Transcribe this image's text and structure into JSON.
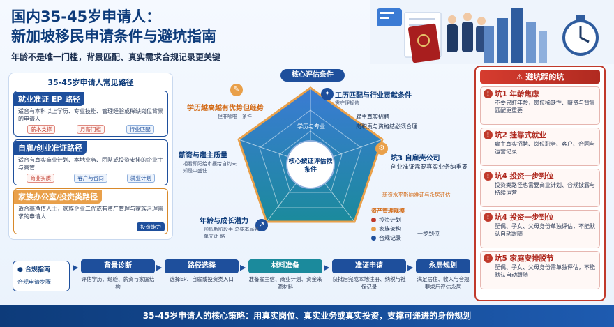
{
  "header": {
    "title_line1": "国内35-45岁申请人：",
    "title_line2": "新加坡移民申请条件与避坑指南",
    "subtitle": "年龄不是唯一门槛，背景匹配、真实需求合规记录更关键"
  },
  "left_panel": {
    "title": "35-45岁申请人常见路径",
    "routes": [
      {
        "name": "就业准证 EP 路径",
        "desc": "适合有本科以上学历、专业技能、管理经验或稀缺岗位背景的申请人",
        "tags": [
          "薪水支撑",
          "月薪门槛",
          "行业匹配"
        ]
      },
      {
        "name": "自雇/创业准证路径",
        "desc": "适合有真实商业计划、本地业务、团队或投资安排的企业主与高管",
        "tags": [
          "商业实质",
          "客户与合同",
          "就业计划"
        ]
      },
      {
        "name": "家族办公室/投资类路径",
        "desc": "适合高净值人士，家族企业二代或有资产管理与家族治理需求的申请人",
        "tags": [
          "投资能力"
        ]
      }
    ]
  },
  "center": {
    "core_title": "核心评估条件",
    "radar_center": "核心披证评估依条件",
    "inner_label": "学历与专业",
    "labels": {
      "top_left": "学历越高越有优势但经势",
      "top_left_sub": "但非哪唯一条件",
      "top_right": "工历匹配与行业贡献条件",
      "top_right_sub": "需守理规依",
      "right": "坑3 自雇壳公司",
      "right_sub": "创业准证需要真实业务纳重要",
      "right_note": "新资水平影响准证与永居评估",
      "left": "薪资与雇主质量",
      "left_sub": "相看即阳给市据给自约未知是中盛住",
      "bottom_left": "年龄与成长潜力",
      "bottom_left_sub": "预低新阶段手 总要本局名单立计 略",
      "top_right_bullets": [
        "雇主真实招聘",
        "岗职责与资格结必须合理"
      ]
    },
    "bullets": {
      "title": "资产管理规模",
      "items": [
        "投资计划",
        "家族架构",
        "合规记录"
      ],
      "note": "一步到位"
    }
  },
  "right_panel": {
    "title": "避坑踩的坑",
    "pits": [
      {
        "name": "坑1 年龄焦虑",
        "desc": "不要只盯年龄，岗位稀缺性、薪资与背景匹配更重要"
      },
      {
        "name": "坑2 挂靠式就业",
        "desc": "雇主真实招聘、岗位职务、客户、合同与运营记录"
      },
      {
        "name": "坑4 投资一步到位",
        "desc": "投资类路径也需要商业计划、合规披露与持续运营"
      },
      {
        "name": "坑4 投资一步到位",
        "desc": "配偶、子女、父母身份单独评估，不能默认自动跟随"
      },
      {
        "name": "坑5 家庭安排脱节",
        "desc": "配偶、子女、父母身份需单独评估，不能默认自动跟随"
      }
    ]
  },
  "process": {
    "label1": "合规指南",
    "label2": "合规申请步骤",
    "steps": [
      {
        "name": "背景诊断",
        "desc": "评估学历、经验、薪资与家庭结构"
      },
      {
        "name": "路径选择",
        "desc": "选择EP、自雇或投资类入口"
      },
      {
        "name": "材料准备",
        "desc": "准备雇主信、商业计划、资金来源材料"
      },
      {
        "name": "准证申请",
        "desc": "获批后完成本地注册、纳税与社保记录"
      },
      {
        "name": "永居规划",
        "desc": "满足居住、收入与合规要求后评估永居"
      }
    ]
  },
  "footer": "35-45岁申请人的核心策略：用真实岗位、真实业务或真实投资，支撑可递进的身份规划"
}
